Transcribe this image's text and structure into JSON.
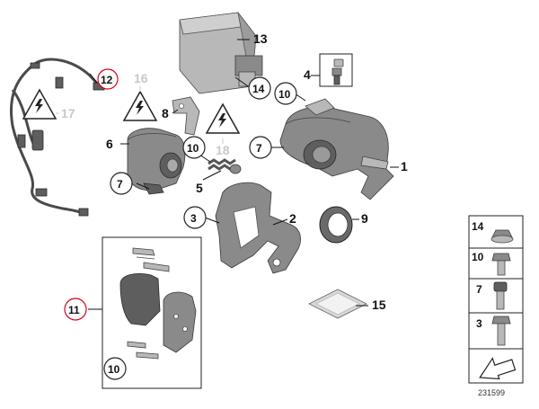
{
  "labels": {
    "p1": "1",
    "p2": "2",
    "p3": "3",
    "p4": "4",
    "p5": "5",
    "p6": "6",
    "p7a": "7",
    "p7b": "7",
    "p8": "8",
    "p9": "9",
    "p10a": "10",
    "p10b": "10",
    "p10c": "10",
    "p11": "11",
    "p12": "12",
    "p13": "13",
    "p14": "14",
    "p15": "15",
    "p16": "16",
    "p17": "17",
    "p18": "18"
  },
  "legend": {
    "items": [
      "14",
      "10",
      "7",
      "3"
    ]
  },
  "ref_number": "231599",
  "colors": {
    "highlight_ring": "#d9001b",
    "greyed_label": "#c8c8c8",
    "part_fill": "#8a8a8a"
  }
}
